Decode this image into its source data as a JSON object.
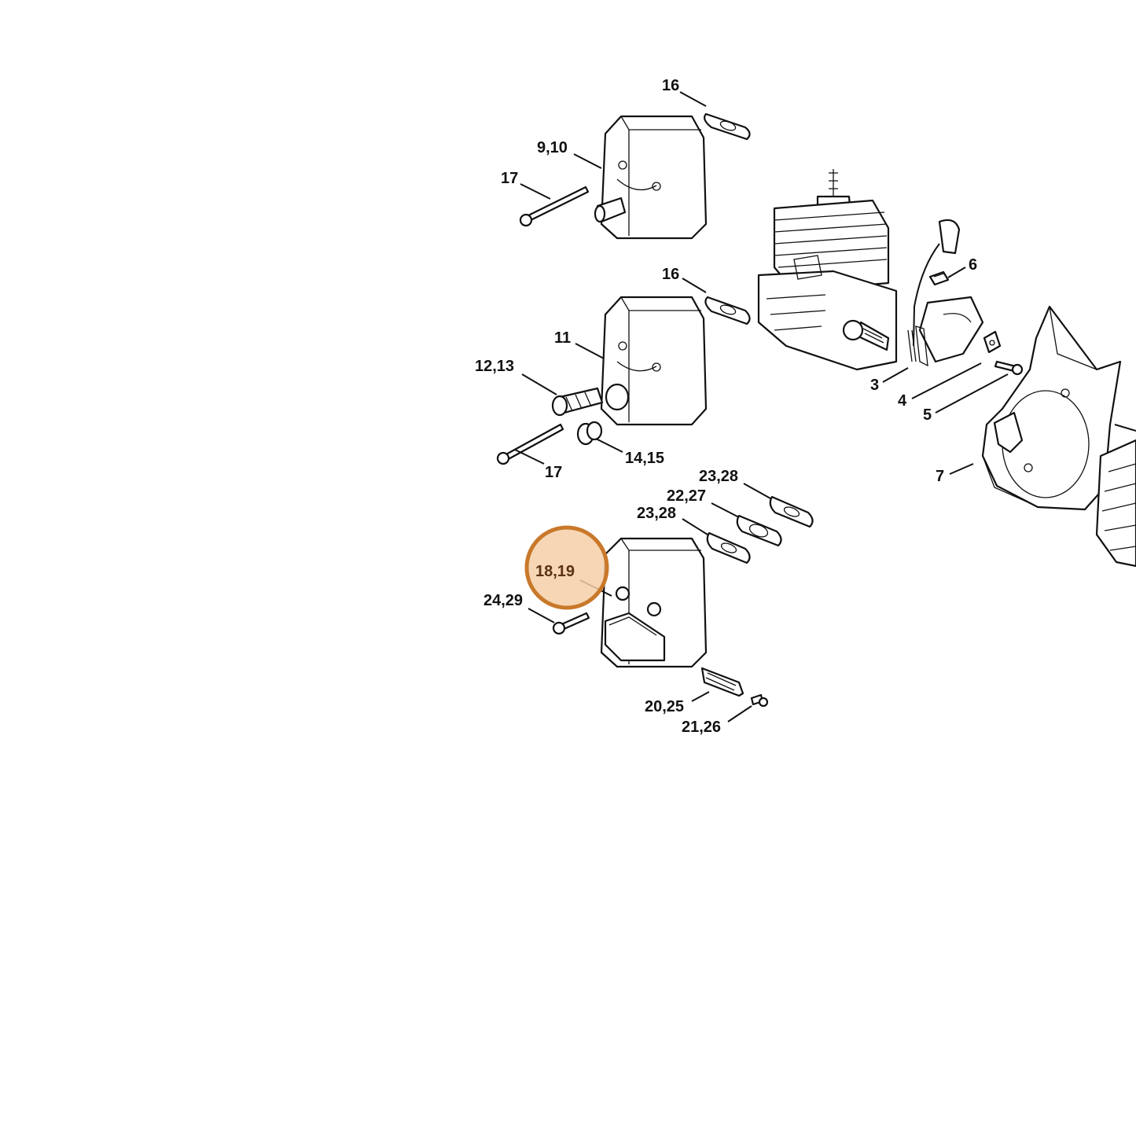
{
  "labels": {
    "l16a": "16",
    "l910": "9,10",
    "l17a": "17",
    "l16b": "16",
    "l11": "11",
    "l1213": "12,13",
    "l17b": "17",
    "l1415": "14,15",
    "l2328a": "23,28",
    "l2227": "22,27",
    "l2328b": "23,28",
    "l1819": "18,19",
    "l2429": "24,29",
    "l2025": "20,25",
    "l2126": "21,26",
    "l6": "6",
    "l3": "3",
    "l4": "4",
    "l5": "5",
    "l7": "7"
  },
  "highlight": {
    "part": "18,19",
    "color": "#c9782a",
    "fill": "#f4cfa8"
  }
}
